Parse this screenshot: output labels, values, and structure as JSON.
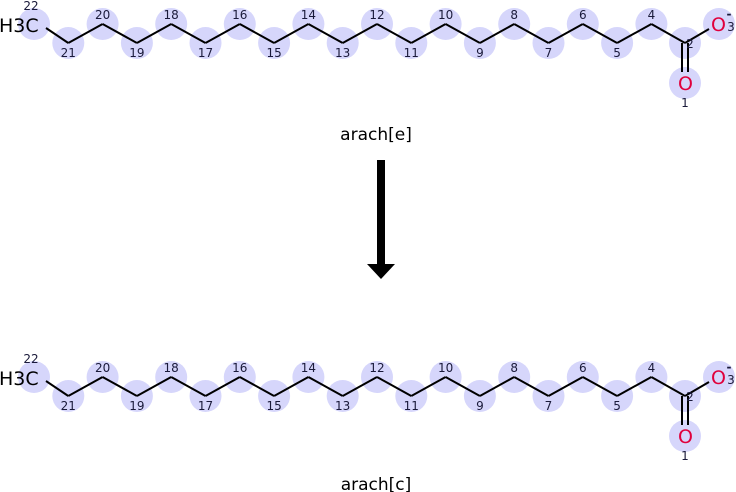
{
  "colors": {
    "highlight": "#d6d6fb",
    "bond": "#000000",
    "oxygen": "#e0003c",
    "text": "#1a1a3a"
  },
  "reactant": {
    "name": "arach[e]",
    "methyl_label": "H3C",
    "oxygen_label": "O",
    "charge": "-",
    "chain_numbers": [
      "22",
      "21",
      "20",
      "19",
      "18",
      "17",
      "16",
      "15",
      "14",
      "13",
      "12",
      "11",
      "10",
      "9",
      "8",
      "7",
      "6",
      "5",
      "4"
    ],
    "carboxyl_carbon_number": "2",
    "hydroxyl_oxygen_number": "3",
    "carbonyl_oxygen_number": "1"
  },
  "product": {
    "name": "arach[c]",
    "methyl_label": "H3C",
    "oxygen_label": "O",
    "charge": "-",
    "chain_numbers": [
      "22",
      "21",
      "20",
      "19",
      "18",
      "17",
      "16",
      "15",
      "14",
      "13",
      "12",
      "11",
      "10",
      "9",
      "8",
      "7",
      "6",
      "5",
      "4"
    ],
    "carboxyl_carbon_number": "2",
    "hydroxyl_oxygen_number": "3",
    "carbonyl_oxygen_number": "1"
  },
  "arrow": {
    "direction": "down"
  }
}
